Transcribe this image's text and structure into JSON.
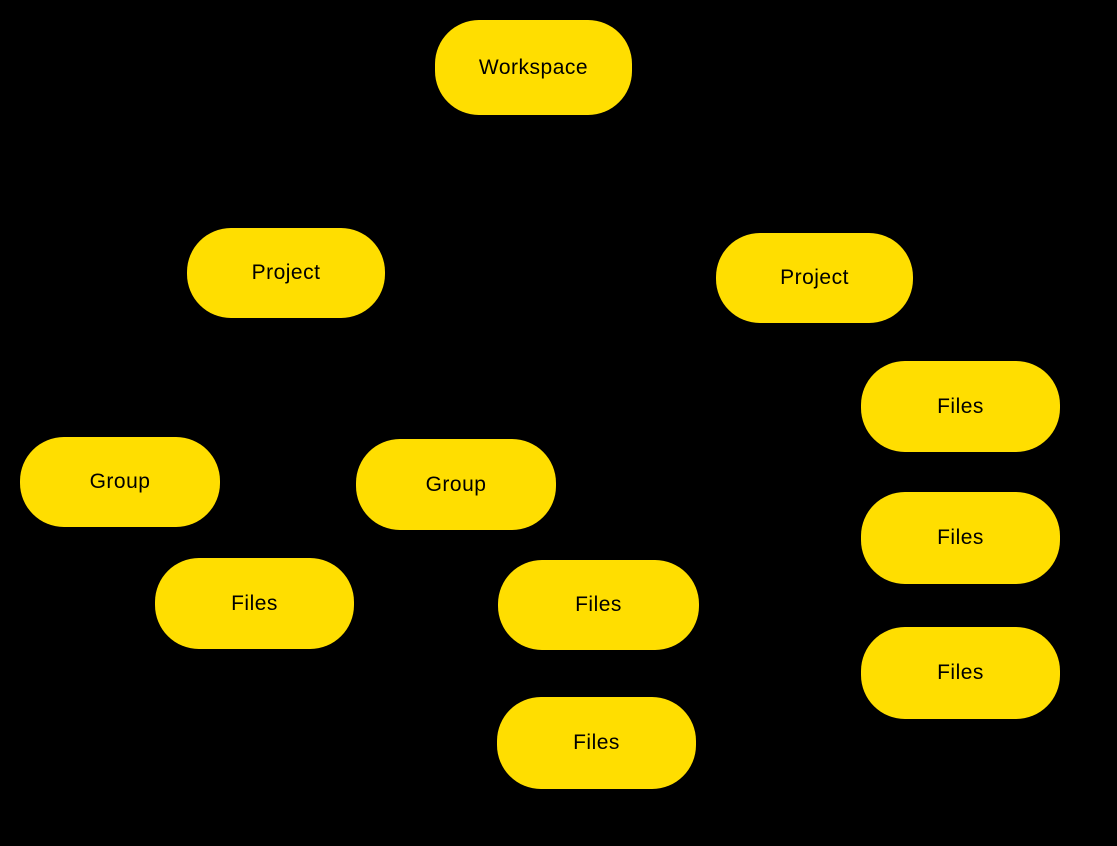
{
  "diagram": {
    "title": "Workspace hierarchy diagram",
    "background_color": "#000000",
    "node_fill_color": "#FFDE00",
    "node_text_color": "#000000",
    "nodes": [
      {
        "id": "workspace",
        "label": "Workspace"
      },
      {
        "id": "project-left",
        "label": "Project"
      },
      {
        "id": "project-right",
        "label": "Project"
      },
      {
        "id": "files-right-top",
        "label": "Files"
      },
      {
        "id": "group-left",
        "label": "Group"
      },
      {
        "id": "group-center",
        "label": "Group"
      },
      {
        "id": "files-right-middle",
        "label": "Files"
      },
      {
        "id": "files-left",
        "label": "Files"
      },
      {
        "id": "files-center",
        "label": "Files"
      },
      {
        "id": "files-right-bottom",
        "label": "Files"
      },
      {
        "id": "files-center-bottom",
        "label": "Files"
      }
    ]
  }
}
